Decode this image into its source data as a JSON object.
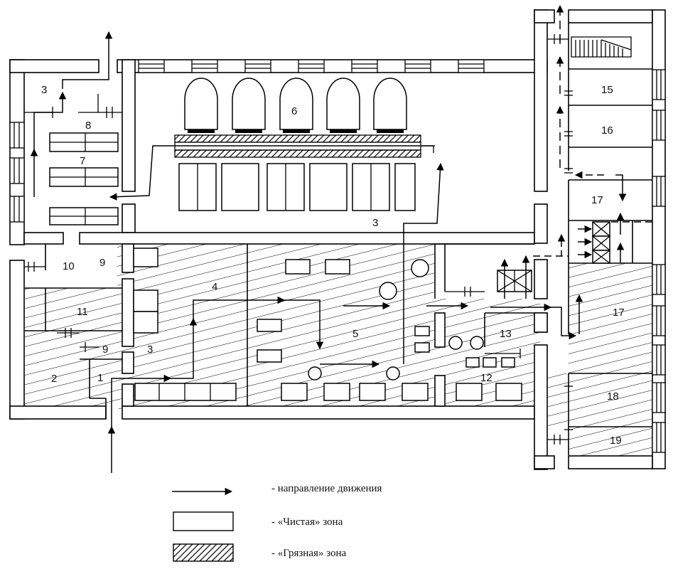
{
  "room_labels": {
    "r3_top_left": "3",
    "r8": "8",
    "r7": "7",
    "r6": "6",
    "r3_center": "3",
    "r10": "10",
    "r9_upper": "9",
    "r4": "4",
    "r11": "11",
    "r9_lower": "9",
    "r3_lower": "3",
    "r2": "2",
    "r1": "1",
    "r5": "5",
    "r13": "13",
    "r12": "12",
    "r15": "15",
    "r16": "16",
    "r17_upper": "17",
    "r17_lower": "17",
    "r18": "18",
    "r19": "19"
  },
  "legend": {
    "arrow_text": "- направление движения",
    "clean_text": "- «Чистая» зона",
    "dirty_text": "- «Грязная» зона"
  },
  "colors": {
    "line": "#000000",
    "background": "#ffffff"
  }
}
